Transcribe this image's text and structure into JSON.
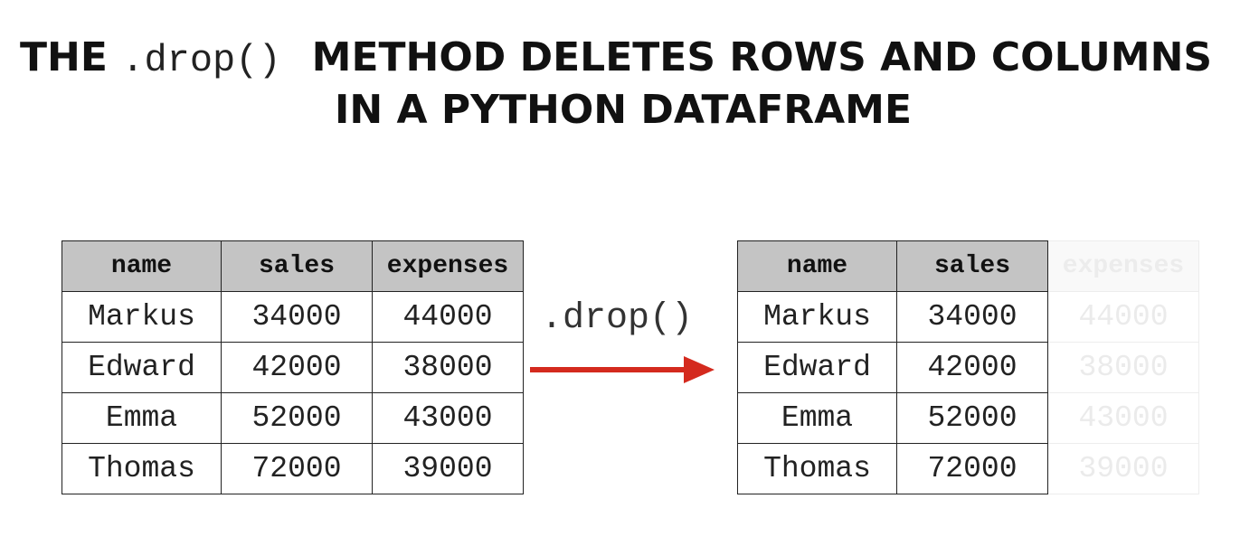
{
  "title": {
    "line1_prefix": "THE",
    "line1_code": ".drop()",
    "line1_suffix": "METHOD DELETES ROWS AND COLUMNS",
    "line2": "IN A PYTHON DATAFRAME"
  },
  "operation_label": ".drop()",
  "colors": {
    "header_bg": "#c4c4c4",
    "arrow": "#d42a1e",
    "dropped_text": "#ebebeb"
  },
  "tables": {
    "before": {
      "headers": [
        "name",
        "sales",
        "expenses"
      ],
      "rows": [
        [
          "Markus",
          "34000",
          "44000"
        ],
        [
          "Edward",
          "42000",
          "38000"
        ],
        [
          "Emma",
          "52000",
          "43000"
        ],
        [
          "Thomas",
          "72000",
          "39000"
        ]
      ]
    },
    "after": {
      "headers": [
        "name",
        "sales",
        "expenses"
      ],
      "dropped_column": "expenses",
      "rows": [
        [
          "Markus",
          "34000",
          "44000"
        ],
        [
          "Edward",
          "42000",
          "38000"
        ],
        [
          "Emma",
          "52000",
          "43000"
        ],
        [
          "Thomas",
          "72000",
          "39000"
        ]
      ]
    }
  }
}
